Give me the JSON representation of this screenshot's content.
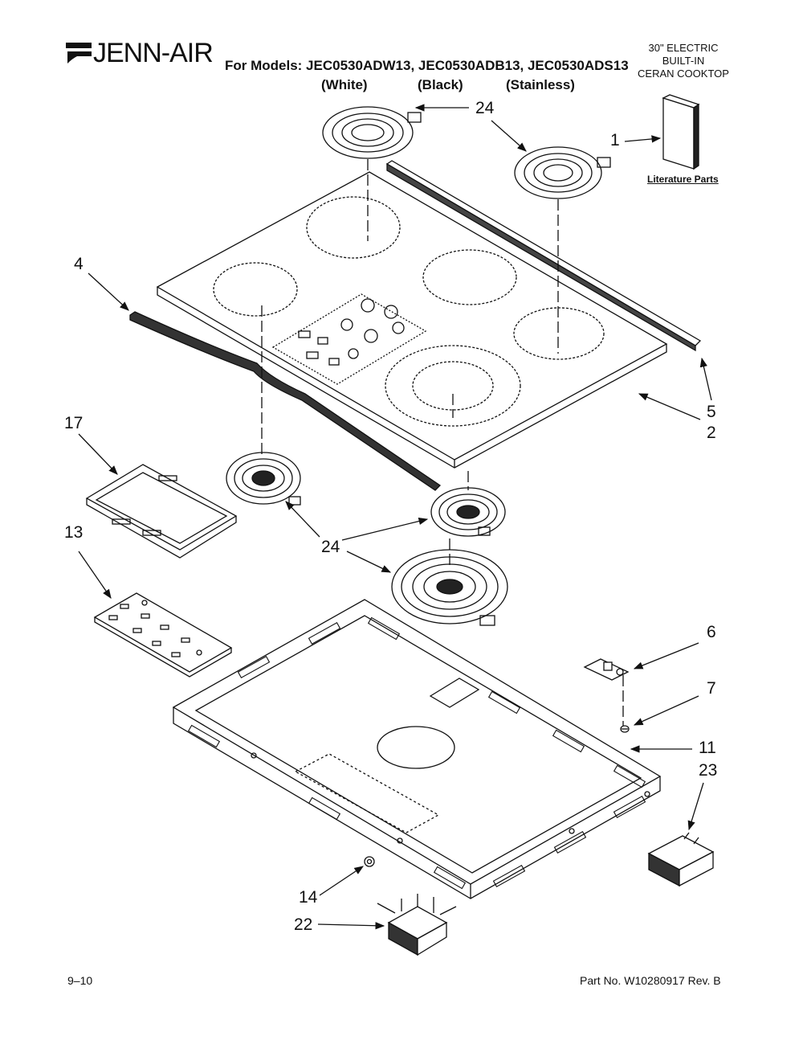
{
  "header": {
    "brand": "JENN-AIR",
    "models_line": "For Models: JEC0530ADW13, JEC0530ADB13, JEC0530ADS13",
    "variants": [
      "(White)",
      "(Black)",
      "(Stainless)"
    ],
    "product": [
      "30\" ELECTRIC",
      "BUILT-IN",
      "CERAN COOKTOP"
    ]
  },
  "literature_label": "Literature Parts",
  "callouts": {
    "c24_top": "24",
    "c1": "1",
    "c4": "4",
    "c5": "5",
    "c2": "2",
    "c17": "17",
    "c13": "13",
    "c24_mid": "24",
    "c6": "6",
    "c7": "7",
    "c11": "11",
    "c23": "23",
    "c14": "14",
    "c22": "22"
  },
  "footer": {
    "date": "9–10",
    "part_no": "Part No. W10280917 Rev. B"
  }
}
